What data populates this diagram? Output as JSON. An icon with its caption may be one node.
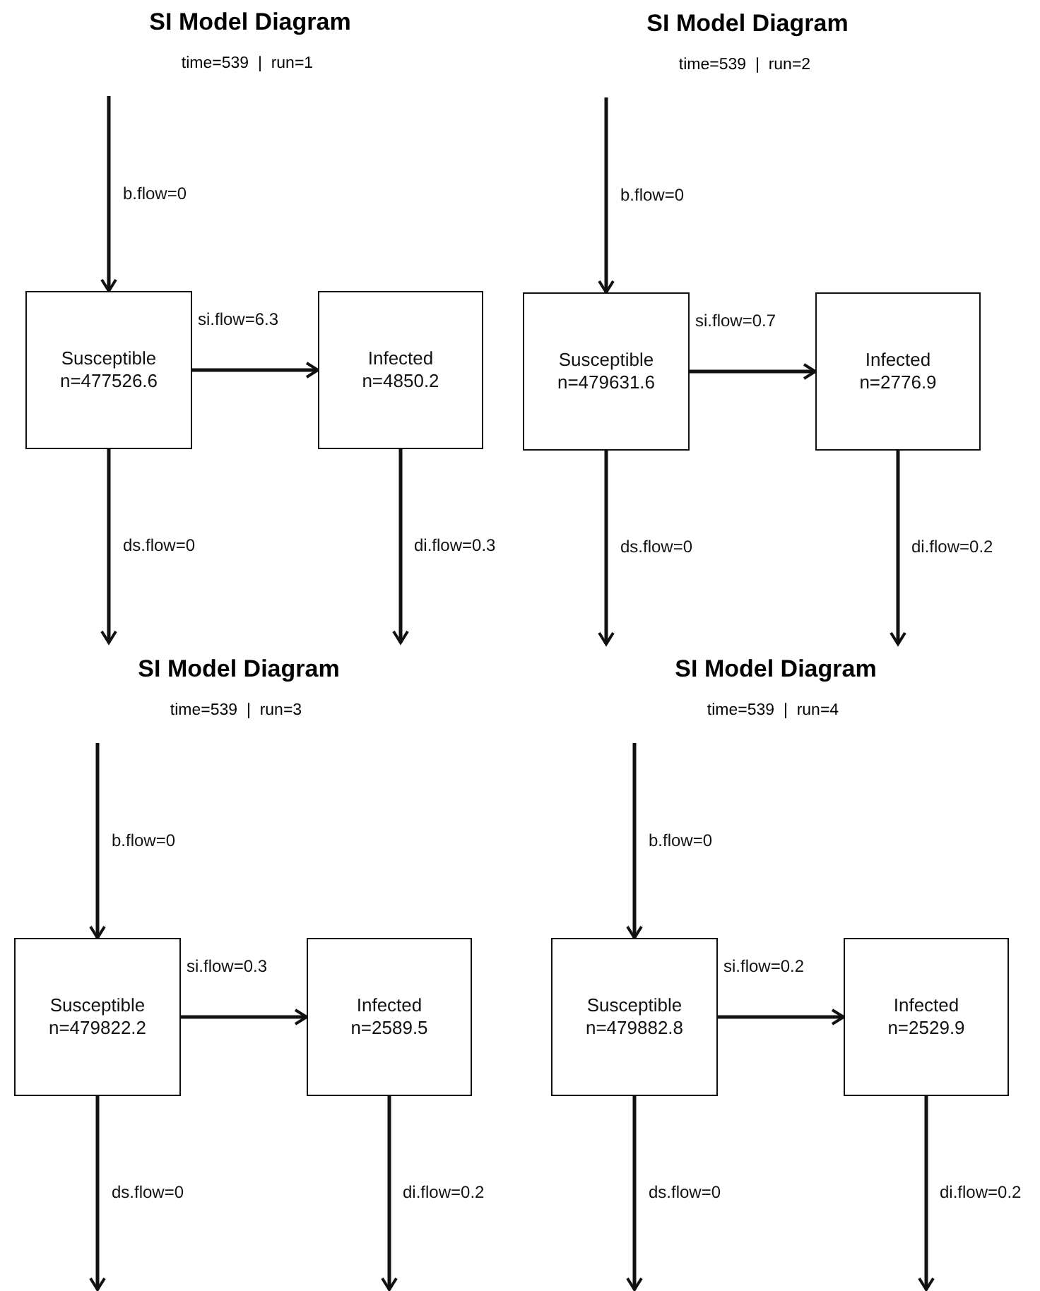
{
  "diagram": {
    "nodes": [
      {
        "text": [
          "Susceptible n=477526.6"
        ]
      },
      {
        "text": [
          "Infected n=4850.2"
        ]
      },
      {
        "text": [
          "Susceptible n=479631.6"
        ]
      },
      {
        "text": [
          "Infected n=2776.9"
        ]
      },
      {
        "text": [
          "Susceptible n=479822.2"
        ]
      },
      {
        "text": [
          "Infected n=2589.5"
        ]
      },
      {
        "text": [
          "Susceptible n=479882.8"
        ]
      },
      {
        "text": [
          "Infected n=2529.9"
        ]
      }
    ],
    "edges": [
      {
        "from": null,
        "to": 0,
        "arrow": "to",
        "label": "b.flow=0"
      },
      {
        "from": 0,
        "to": 1,
        "arrow": "to",
        "label": "si.flow=6.3"
      },
      {
        "from": 0,
        "to": null,
        "arrow": "to",
        "label": "ds.flow=0"
      },
      {
        "from": 1,
        "to": null,
        "arrow": "to",
        "label": "di.flow=0.3"
      },
      {
        "from": null,
        "to": 2,
        "arrow": "to",
        "label": "b.flow=0"
      },
      {
        "from": 2,
        "to": 3,
        "arrow": "to",
        "label": "si.flow=0.7"
      },
      {
        "from": 2,
        "to": null,
        "arrow": "to",
        "label": "ds.flow=0"
      },
      {
        "from": 3,
        "to": null,
        "arrow": "to",
        "label": "di.flow=0.2"
      },
      {
        "from": null,
        "to": 4,
        "arrow": "to",
        "label": "b.flow=0"
      },
      {
        "from": 4,
        "to": 5,
        "arrow": "to",
        "label": "si.flow=0.3"
      },
      {
        "from": 4,
        "to": null,
        "arrow": "to",
        "label": "ds.flow=0"
      },
      {
        "from": 5,
        "to": null,
        "arrow": "to",
        "label": "di.flow=0.2"
      },
      {
        "from": null,
        "to": 6,
        "arrow": "to",
        "label": "b.flow=0"
      },
      {
        "from": 6,
        "to": 7,
        "arrow": "to",
        "label": "si.flow=0.2"
      },
      {
        "from": 6,
        "to": null,
        "arrow": "to",
        "label": "ds.flow=0"
      },
      {
        "from": 7,
        "to": null,
        "arrow": "to",
        "label": "di.flow=0.2"
      }
    ],
    "labels": [
      "SI Model Diagram",
      "time=539  |  run=1",
      "SI Model Diagram",
      "time=539  |  run=2",
      "SI Model Diagram",
      "time=539  |  run=3",
      "SI Model Diagram",
      "time=539  |  run=4"
    ]
  }
}
